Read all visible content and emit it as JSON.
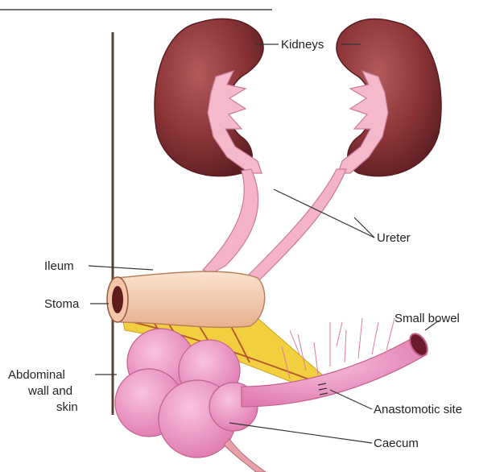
{
  "labels": {
    "kidneys": "Kidneys",
    "ureter": "Ureter",
    "ileum": "Ileum",
    "stoma": "Stoma",
    "small_bowel": "Small bowel",
    "abdominal_line1": "Abdominal",
    "abdominal_line2": "wall and",
    "abdominal_line3": "skin",
    "anastomotic_site": "Anastomotic site",
    "caecum": "Caecum"
  },
  "colors": {
    "kidney": "#7a2a2e",
    "ureter": "#f4b3c8",
    "ileum": "#f6cfb2",
    "mesentery": "#f2cf3e",
    "vessel": "#b5532a",
    "bowel": "#ef8fc0",
    "abdominal_wall": "#6b4a3a",
    "leader_line": "#333333"
  }
}
